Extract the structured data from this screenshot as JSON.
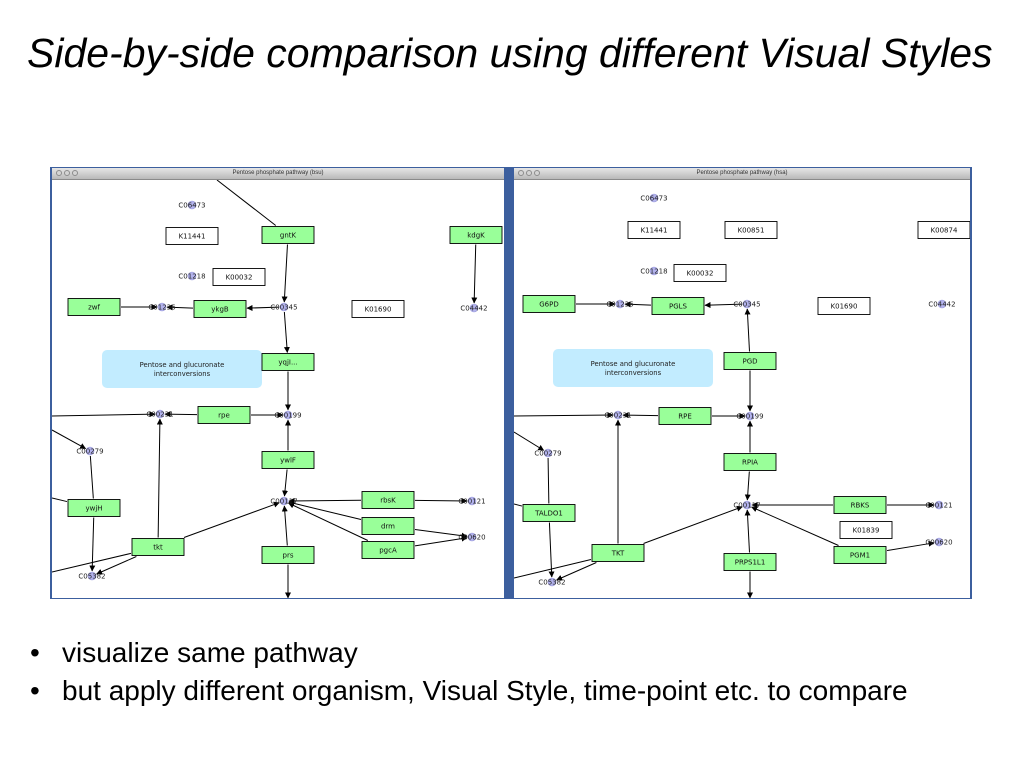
{
  "slide": {
    "title": "Side-by-side comparison using different Visual Styles",
    "bullets": [
      "visualize same pathway",
      "but apply different organism, Visual Style, time-point etc. to compare"
    ]
  },
  "colors": {
    "enzyme_fill": "#99ff99",
    "compound_fill": "#b3b3ee",
    "pathway_fill": "#c2ecff",
    "frame": "#3c5f9e"
  },
  "windows": [
    {
      "title": "Pentose phosphate pathway (bsu)",
      "nodes": [
        {
          "id": "c06473",
          "type": "compound",
          "label": "C06473"
        },
        {
          "id": "k11441",
          "type": "ortholog",
          "label": "K11441"
        },
        {
          "id": "gntk",
          "type": "enzyme",
          "label": "gntK"
        },
        {
          "id": "kdgk",
          "type": "enzyme",
          "label": "kdgK"
        },
        {
          "id": "c01218",
          "type": "compound",
          "label": "C01218"
        },
        {
          "id": "k00032",
          "type": "ortholog",
          "label": "K00032"
        },
        {
          "id": "zwf",
          "type": "enzyme",
          "label": "zwf"
        },
        {
          "id": "c01236",
          "type": "compound",
          "label": "C01236"
        },
        {
          "id": "ykgb",
          "type": "enzyme",
          "label": "ykgB"
        },
        {
          "id": "c00345",
          "type": "compound",
          "label": "C00345"
        },
        {
          "id": "k01690",
          "type": "ortholog",
          "label": "K01690"
        },
        {
          "id": "c04442",
          "type": "compound",
          "label": "C04442"
        },
        {
          "id": "pentose",
          "type": "pathway",
          "label": "Pentose and glucuronate interconversions"
        },
        {
          "id": "yqjl",
          "type": "enzyme",
          "label": "yqjI..."
        },
        {
          "id": "c00231",
          "type": "compound",
          "label": "C00231"
        },
        {
          "id": "rpe",
          "type": "enzyme",
          "label": "rpe"
        },
        {
          "id": "c00199",
          "type": "compound",
          "label": "C00199"
        },
        {
          "id": "c00279",
          "type": "compound",
          "label": "C00279"
        },
        {
          "id": "ywlf",
          "type": "enzyme",
          "label": "ywlF"
        },
        {
          "id": "ywjh",
          "type": "enzyme",
          "label": "ywjH"
        },
        {
          "id": "c00117",
          "type": "compound",
          "label": "C00117"
        },
        {
          "id": "rbsk",
          "type": "enzyme",
          "label": "rbsK"
        },
        {
          "id": "c00121",
          "type": "compound",
          "label": "C00121"
        },
        {
          "id": "drm",
          "type": "enzyme",
          "label": "drm"
        },
        {
          "id": "c00620",
          "type": "compound",
          "label": "C00620"
        },
        {
          "id": "pgca",
          "type": "enzyme",
          "label": "pgcA"
        },
        {
          "id": "tkt",
          "type": "enzyme",
          "label": "tkt"
        },
        {
          "id": "prs",
          "type": "enzyme",
          "label": "prs"
        },
        {
          "id": "c05382",
          "type": "compound",
          "label": "C05382"
        }
      ]
    },
    {
      "title": "Pentose phosphate pathway (hsa)",
      "nodes": [
        {
          "id": "c06473",
          "type": "compound",
          "label": "C06473"
        },
        {
          "id": "k11441",
          "type": "ortholog",
          "label": "K11441"
        },
        {
          "id": "k00851",
          "type": "ortholog",
          "label": "K00851"
        },
        {
          "id": "k00874",
          "type": "ortholog",
          "label": "K00874"
        },
        {
          "id": "c01218",
          "type": "compound",
          "label": "C01218"
        },
        {
          "id": "k00032",
          "type": "ortholog",
          "label": "K00032"
        },
        {
          "id": "g6pd",
          "type": "enzyme",
          "label": "G6PD"
        },
        {
          "id": "c01236",
          "type": "compound",
          "label": "C01236"
        },
        {
          "id": "pgls",
          "type": "enzyme",
          "label": "PGLS"
        },
        {
          "id": "c00345",
          "type": "compound",
          "label": "C00345"
        },
        {
          "id": "k01690",
          "type": "ortholog",
          "label": "K01690"
        },
        {
          "id": "c04442",
          "type": "compound",
          "label": "C04442"
        },
        {
          "id": "pentose",
          "type": "pathway",
          "label": "Pentose and glucuronate interconversions"
        },
        {
          "id": "pgd",
          "type": "enzyme",
          "label": "PGD"
        },
        {
          "id": "c00231",
          "type": "compound",
          "label": "C00231"
        },
        {
          "id": "rpe",
          "type": "enzyme",
          "label": "RPE"
        },
        {
          "id": "c00199",
          "type": "compound",
          "label": "C00199"
        },
        {
          "id": "c00279",
          "type": "compound",
          "label": "C00279"
        },
        {
          "id": "rpia",
          "type": "enzyme",
          "label": "RPIA"
        },
        {
          "id": "taldo1",
          "type": "enzyme",
          "label": "TALDO1"
        },
        {
          "id": "c00117",
          "type": "compound",
          "label": "C00117"
        },
        {
          "id": "rbks",
          "type": "enzyme",
          "label": "RBKS"
        },
        {
          "id": "c00121",
          "type": "compound",
          "label": "C00121"
        },
        {
          "id": "k01839",
          "type": "ortholog",
          "label": "K01839"
        },
        {
          "id": "c00620",
          "type": "compound",
          "label": "C00620"
        },
        {
          "id": "pgm1",
          "type": "enzyme",
          "label": "PGM1"
        },
        {
          "id": "tkt",
          "type": "enzyme",
          "label": "TKT"
        },
        {
          "id": "prps1l1",
          "type": "enzyme",
          "label": "PRPS1L1"
        },
        {
          "id": "c05382",
          "type": "compound",
          "label": "C05382"
        }
      ]
    }
  ]
}
